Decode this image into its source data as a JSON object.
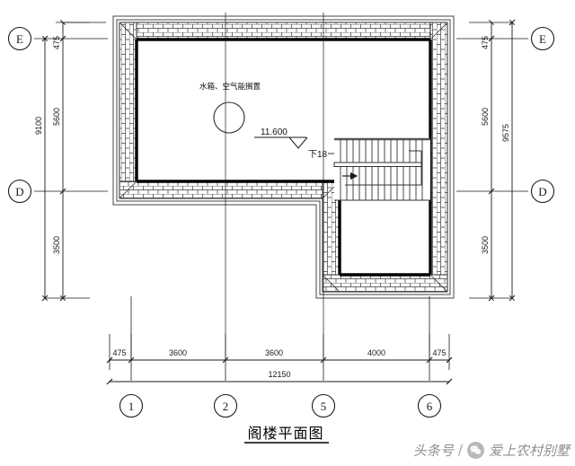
{
  "drawing": {
    "title": "阁楼平面图",
    "title_en_hint": "attic-floor-plan",
    "room_label": "水箱、空气能搁置",
    "elevation": "11.600",
    "stair_label": "下18"
  },
  "dimensions": {
    "bottom_chain": [
      {
        "label": "475"
      },
      {
        "label": "3600"
      },
      {
        "label": "3600"
      },
      {
        "label": "4000"
      },
      {
        "label": "475"
      }
    ],
    "bottom_total": "12150",
    "left_chain": [
      {
        "label": "475"
      },
      {
        "label": "5600"
      },
      {
        "label": "3500"
      }
    ],
    "left_total": "9100",
    "right_chain": [
      {
        "label": "475"
      },
      {
        "label": "5600"
      },
      {
        "label": "3500"
      }
    ],
    "right_total": "9575"
  },
  "grid": {
    "horizontal_markers": [
      {
        "id": "1"
      },
      {
        "id": "2"
      },
      {
        "id": "5"
      },
      {
        "id": "6"
      }
    ],
    "vertical_markers_left": [
      {
        "id": "E"
      },
      {
        "id": "D"
      }
    ],
    "vertical_markers_right": [
      {
        "id": "E"
      },
      {
        "id": "D"
      }
    ]
  },
  "watermark": {
    "source": "头条号",
    "separator": "/",
    "account": "爱上农村别墅",
    "badge_icon": "wechat-icon"
  },
  "colors": {
    "ink": "#1a1a1a",
    "wall_fill": "#000000",
    "hatch": "#555555",
    "paper": "#ffffff"
  }
}
